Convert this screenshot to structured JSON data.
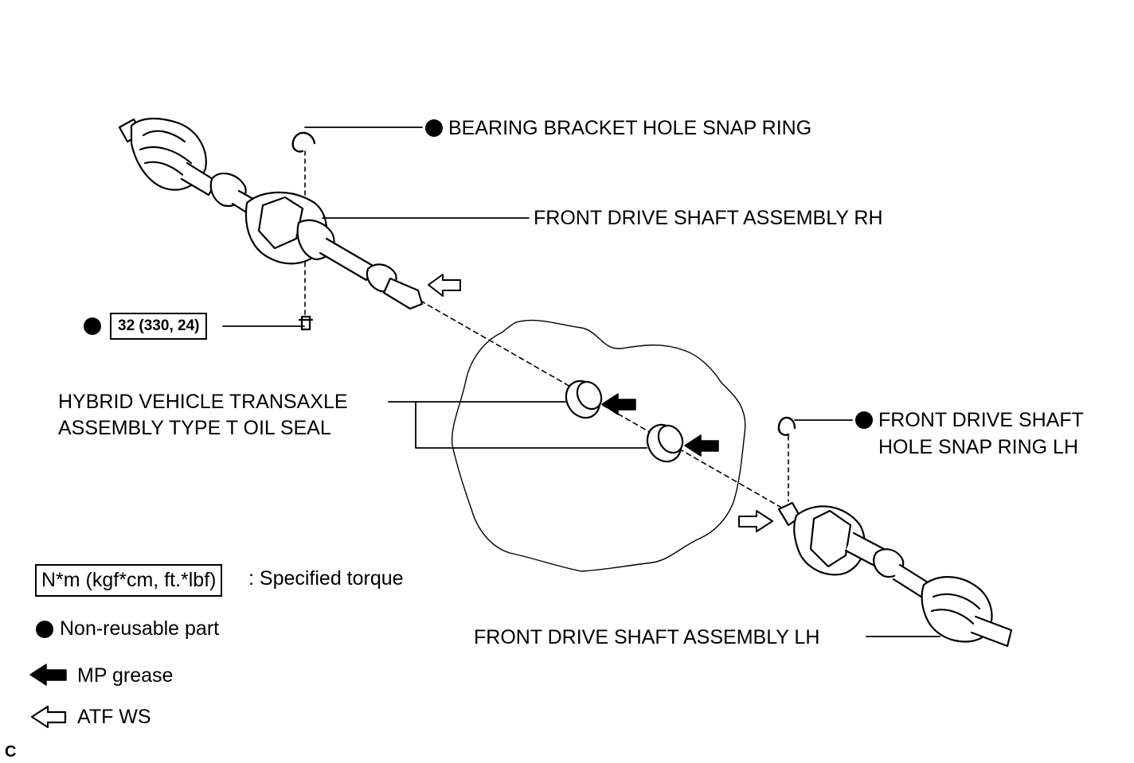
{
  "labels": {
    "bearing_snap_ring": "BEARING BRACKET HOLE SNAP RING",
    "shaft_rh": "FRONT DRIVE SHAFT ASSEMBLY RH",
    "oil_seal_line1": "HYBRID VEHICLE TRANSAXLE",
    "oil_seal_line2": "ASSEMBLY TYPE T OIL SEAL",
    "snap_ring_lh_line1": "FRONT DRIVE SHAFT",
    "snap_ring_lh_line2": "HOLE SNAP RING LH",
    "shaft_lh": "FRONT DRIVE SHAFT ASSEMBLY LH"
  },
  "torque": {
    "value": "32 (330, 24)"
  },
  "legend": {
    "torque_unit": "N*m (kgf*cm, ft.*lbf)",
    "torque_desc": ": Specified torque",
    "non_reusable": "Non-reusable part",
    "mp_grease": "MP grease",
    "atf": "ATF WS"
  },
  "corner_mark": "C",
  "icons": {
    "non_reusable": "filled-circle-icon",
    "mp_grease": "solid-arrow-icon",
    "atf": "hollow-arrow-icon"
  },
  "colors": {
    "ink": "#000000",
    "paper": "#ffffff"
  }
}
